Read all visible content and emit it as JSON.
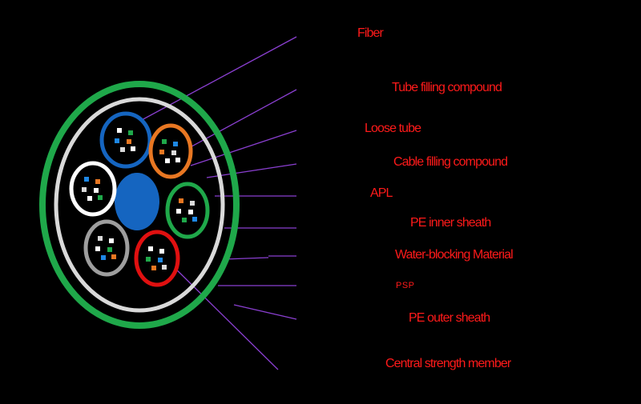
{
  "diagram": {
    "colors": {
      "background": "#000000",
      "outer_sheath": "#1fa84a",
      "inner_sheath": "#d9d9d9",
      "strength_member": "#1565c0",
      "label_text": "#ff1a1a",
      "leader_line": "#8a3fd0"
    },
    "labels": [
      {
        "id": "fiber",
        "text": "Fiber"
      },
      {
        "id": "tube-filling-compound",
        "text": "Tube filling compound"
      },
      {
        "id": "loose-tube",
        "text": "Loose tube"
      },
      {
        "id": "cable-filling-compound",
        "text": "Cable filling compound"
      },
      {
        "id": "apl",
        "text": "APL"
      },
      {
        "id": "pe-inner-sheath",
        "text": "PE inner sheath"
      },
      {
        "id": "water-blocking-material",
        "text": "Water-blocking Material"
      },
      {
        "id": "psp",
        "text": "PSP"
      },
      {
        "id": "pe-outer-sheath",
        "text": "PE outer sheath"
      },
      {
        "id": "central-strength-member",
        "text": "Central strength member"
      }
    ],
    "tubes": [
      {
        "name": "blue-loose-tube",
        "color": "#1565c0"
      },
      {
        "name": "orange-loose-tube",
        "color": "#e87722"
      },
      {
        "name": "white-loose-tube",
        "color": "#ffffff"
      },
      {
        "name": "green-loose-tube",
        "color": "#1fa84a"
      },
      {
        "name": "gray-loose-tube",
        "color": "#9e9e9e"
      },
      {
        "name": "red-loose-tube",
        "color": "#e01010"
      }
    ]
  }
}
